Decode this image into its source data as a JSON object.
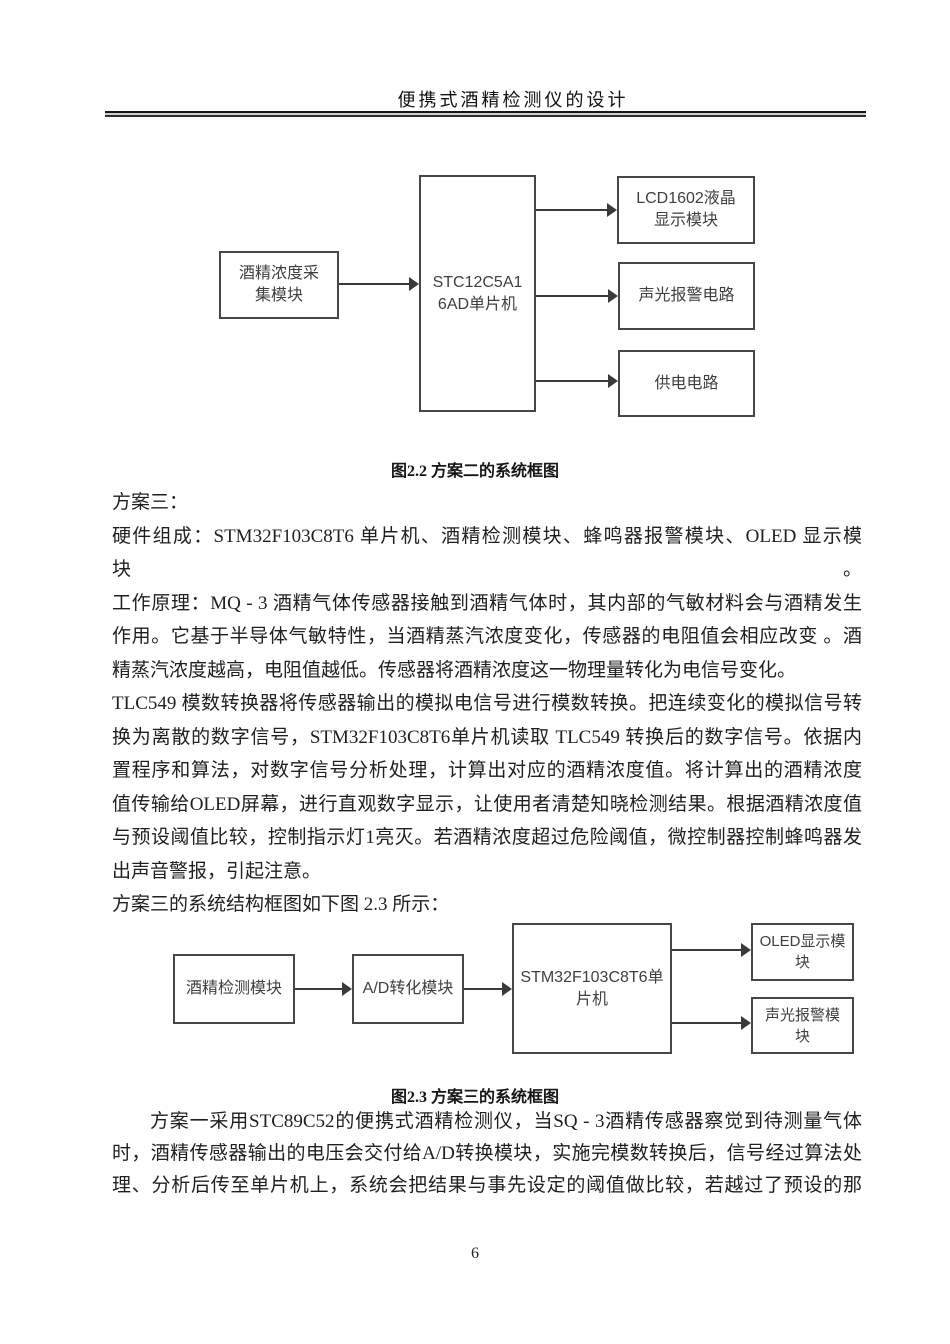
{
  "header": {
    "title": "便携式酒精检测仪的设计"
  },
  "figure2_2": {
    "caption": "图2.2 方案二的系统框图",
    "nodes": {
      "collect": [
        "酒精浓度采",
        "集模块"
      ],
      "mcu": [
        "STC12C5A1",
        "6AD单片机"
      ],
      "lcd": [
        "LCD1602液晶",
        "显示模块"
      ],
      "alarm": [
        "声光报警电路"
      ],
      "power": [
        "供电电路"
      ]
    }
  },
  "body": {
    "lines": [
      "方案三：",
      "硬件组成：STM32F103C8T6 单片机、酒精检测模块、蜂鸣器报警模块、OLED 显示模块。",
      "工作原理：MQ - 3 酒精气体传感器接触到酒精气体时，其内部的气敏材料会与酒精发生",
      "作用。它基于半导体气敏特性，当酒精蒸汽浓度变化，传感器的电阻值会相应改变 。酒",
      "精蒸汽浓度越高，电阻值越低。传感器将酒精浓度这一物理量转化为电信号变化。",
      "TLC549 模数转换器将传感器输出的模拟电信号进行模数转换。把连续变化的模拟信号转",
      "换为离散的数字信号，STM32F103C8T6单片机读取 TLC549 转换后的数字信号。依据内",
      "置程序和算法，对数字信号分析处理，计算出对应的酒精浓度值。将计算出的酒精浓度",
      "值传输给OLED屏幕，进行直观数字显示，让使用者清楚知晓检测结果。根据酒精浓度值",
      "与预设阈值比较，控制指示灯1亮灭。若酒精浓度超过危险阈值，微控制器控制蜂鸣器发",
      "出声音警报，引起注意。",
      "方案三的系统结构框图如下图 2.3 所示："
    ]
  },
  "figure2_3": {
    "caption": "图2.3 方案三的系统框图",
    "nodes": {
      "detect": [
        "酒精检测模块"
      ],
      "adc": [
        "A/D转化模块"
      ],
      "mcu": [
        "STM32F103C8T6单",
        "片机"
      ],
      "oled": [
        "OLED显示模",
        "块"
      ],
      "alarm": [
        "声光报警模",
        "块"
      ]
    }
  },
  "paragraph2": {
    "lines": [
      "方案一采用STC89C52的便携式酒精检测仪，当SQ - 3酒精传感器察觉到待测量气体",
      "时，酒精传感器输出的电压会交付给A/D转换模块，实施完模数转换后，信号经过算法处",
      "理、分析后传至单片机上，系统会把结果与事先设定的阈值做比较，若越过了预设的那"
    ]
  },
  "footer": {
    "page_number": "6"
  },
  "colors": {
    "ink": "#1f1f1f",
    "diagram_line": "#474747",
    "diagram_text": "#3f3f3f"
  }
}
